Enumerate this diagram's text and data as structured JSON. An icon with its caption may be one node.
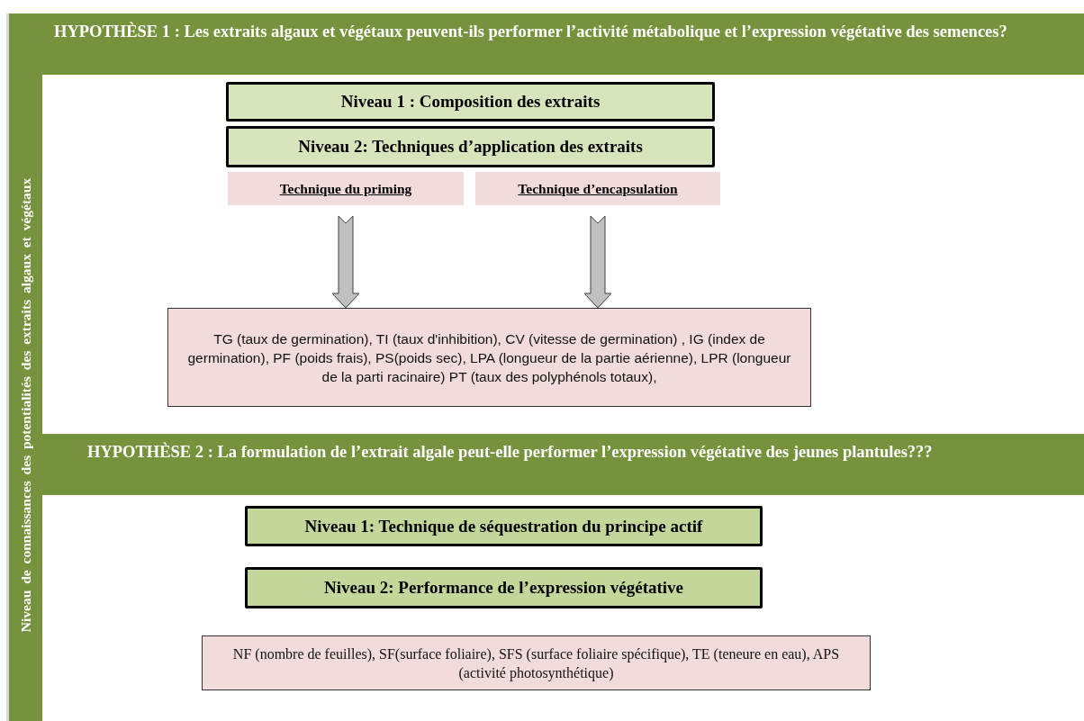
{
  "diagram": {
    "nodes": [
      {
        "text": [
          "Niveau de connaissances des potentialités des extraits algaux et végétaux"
        ]
      },
      {
        "text": [
          "HYPOTHÈSE 1 : Les extraits algaux et végétaux peuvent-ils performer l’activité métabolique et l’expression végétative des semences?"
        ]
      },
      {
        "text": [
          "Niveau 1 : Composition des extraits"
        ]
      },
      {
        "text": [
          "Niveau 2: Techniques d’application des extraits"
        ]
      },
      {
        "text": [
          "Technique du priming"
        ]
      },
      {
        "text": [
          "Technique d’encapsulation"
        ]
      },
      {
        "text": [
          "TG (taux de germination), TI (taux d'inhibition), CV (vitesse de germination) , IG (index de germination), PF (poids frais), PS(poids sec), LPA (longueur de la partie aérienne), LPR (longueur de la parti racinaire) PT (taux des polyphénols totaux),"
        ]
      },
      {
        "text": [
          "HYPOTHÈSE 2 : La formulation de l’extrait algale peut-elle performer l’expression végétative des jeunes plantules???"
        ]
      },
      {
        "text": [
          "Niveau 1: Technique de séquestration du principe actif"
        ]
      },
      {
        "text": [
          "Niveau 2: Performance de l’expression végétative"
        ]
      },
      {
        "text": [
          "NF (nombre de feuilles), SF(surface foliaire), SFS (surface foliaire spécifique), TE (teneure en eau), APS (activité photosynthétique)"
        ]
      }
    ],
    "edges": [
      {
        "from": 4,
        "to": 6,
        "arrow": "to"
      },
      {
        "from": 5,
        "to": 6,
        "arrow": "to"
      }
    ]
  }
}
